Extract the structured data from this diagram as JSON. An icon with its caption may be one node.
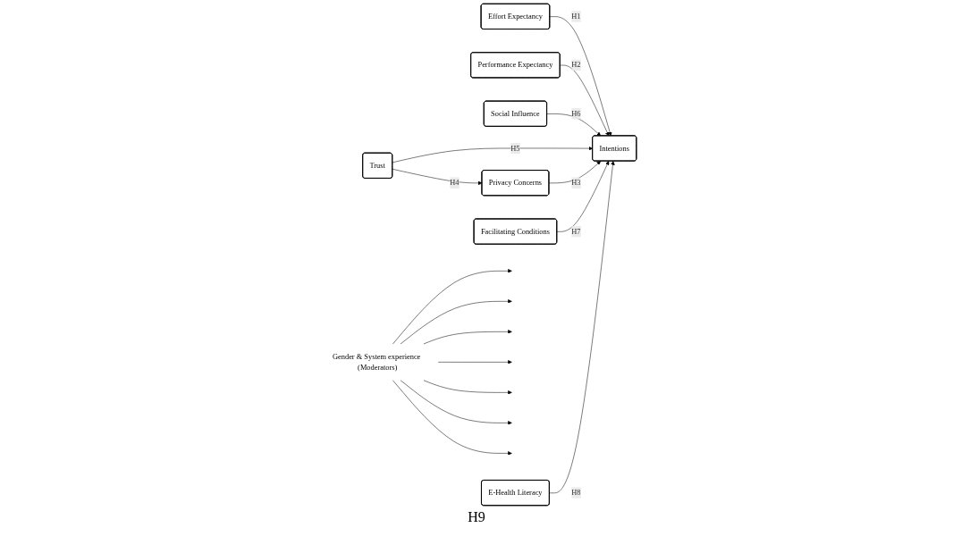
{
  "diagram": {
    "nodes": [
      {
        "text": [
          "Effort Expectancy"
        ]
      },
      {
        "text": [
          "Performance Expectancy"
        ]
      },
      {
        "text": [
          "Social Influence"
        ]
      },
      {
        "text": [
          "Trust"
        ]
      },
      {
        "text": [
          "Intentions"
        ]
      },
      {
        "text": [
          "Privacy Concerns"
        ]
      },
      {
        "text": [
          "Facilitating Conditions"
        ]
      },
      {
        "text": [
          "E-Health Literacy"
        ]
      },
      {
        "text": [
          "Gender & System experience (Moderators)"
        ]
      }
    ],
    "edges": [
      {
        "from": 0,
        "to": 4,
        "arrow": "to",
        "label": "H1"
      },
      {
        "from": 1,
        "to": 4,
        "arrow": "to",
        "label": "H2"
      },
      {
        "from": 2,
        "to": 4,
        "arrow": "to",
        "label": "H6"
      },
      {
        "from": 3,
        "to": 4,
        "arrow": "to",
        "label": "H5"
      },
      {
        "from": 3,
        "to": 5,
        "arrow": "to",
        "label": "H4"
      },
      {
        "from": 5,
        "to": 4,
        "arrow": "to",
        "label": "H3"
      },
      {
        "from": 6,
        "to": 4,
        "arrow": "to",
        "label": "H7"
      },
      {
        "from": 7,
        "to": 4,
        "arrow": "to",
        "label": "H8"
      },
      {
        "from": 8,
        "to": null,
        "arrow": "to"
      },
      {
        "from": 8,
        "to": null,
        "arrow": "to"
      },
      {
        "from": 8,
        "to": null,
        "arrow": "to"
      },
      {
        "from": 8,
        "to": null,
        "arrow": "to"
      },
      {
        "from": 8,
        "to": null,
        "arrow": "to"
      },
      {
        "from": 8,
        "to": null,
        "arrow": "to"
      },
      {
        "from": 8,
        "to": null,
        "arrow": "to"
      }
    ],
    "labels": [
      "H9"
    ]
  }
}
